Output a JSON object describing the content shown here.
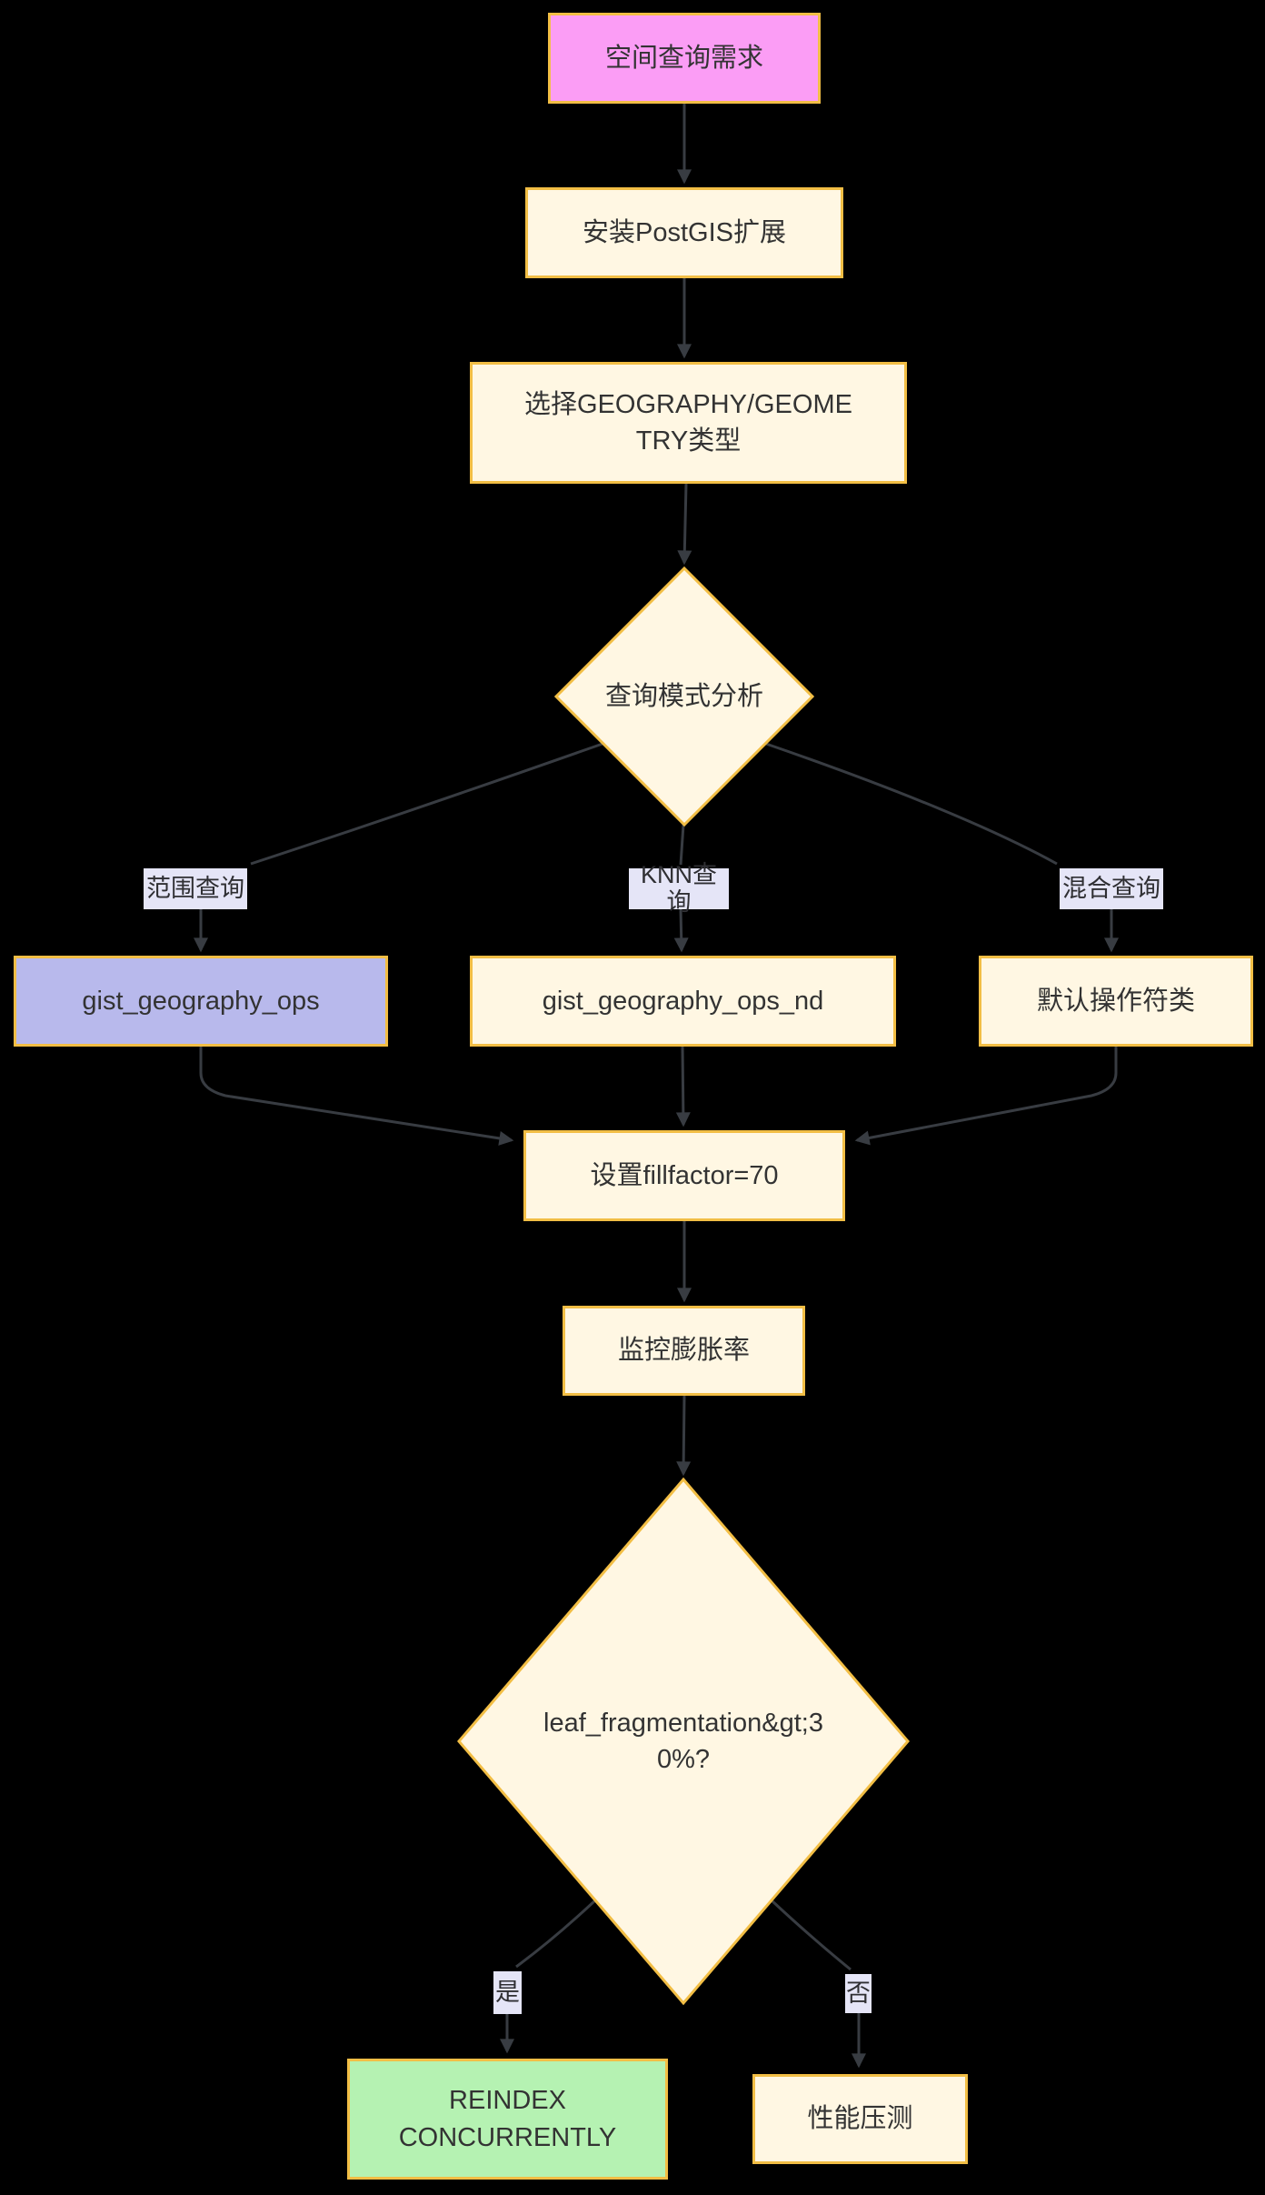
{
  "diagram": {
    "type": "flowchart-top-down",
    "background_color": "#000000",
    "colors": {
      "node_fill": "#fff7e3",
      "node_border": "#f2be45",
      "start_node_fill": "#fb9df5",
      "highlight_node_fill": "#b8b9ec",
      "success_node_fill": "#b5f2b2",
      "edge_label_background": "#e5e5f7",
      "edge_line": "#383c42",
      "text": "#333333"
    },
    "nodes": {
      "start": {
        "label": "空间查询需求",
        "shape": "rect"
      },
      "install": {
        "label": "安装PostGIS扩展",
        "shape": "rect"
      },
      "choose": {
        "lines": [
          "选择GEOGRAPHY/GEOME",
          "TRY类型"
        ],
        "shape": "rect"
      },
      "analyze": {
        "label": "查询模式分析",
        "shape": "diamond"
      },
      "ops": {
        "label": "gist_geography_ops",
        "shape": "rect"
      },
      "ops_nd": {
        "label": "gist_geography_ops_nd",
        "shape": "rect"
      },
      "default_ops": {
        "label": "默认操作符类",
        "shape": "rect"
      },
      "fillfactor": {
        "label": "设置fillfactor=70",
        "shape": "rect"
      },
      "monitor": {
        "label": "监控膨胀率",
        "shape": "rect"
      },
      "fragmentation": {
        "lines": [
          "leaf_fragmentation&gt;3",
          "0%?"
        ],
        "shape": "diamond"
      },
      "reindex": {
        "lines": [
          "REINDEX",
          "CONCURRENTLY"
        ],
        "shape": "rect"
      },
      "perf": {
        "label": "性能压测",
        "shape": "rect"
      }
    },
    "edge_labels": {
      "range": "范围查询",
      "knn": "KNN查询",
      "mixed": "混合查询",
      "yes": "是",
      "no": "否"
    },
    "edges": [
      {
        "from": "start",
        "to": "install"
      },
      {
        "from": "install",
        "to": "choose"
      },
      {
        "from": "choose",
        "to": "analyze"
      },
      {
        "from": "analyze",
        "to": "ops",
        "label": "范围查询"
      },
      {
        "from": "analyze",
        "to": "ops_nd",
        "label": "KNN查询"
      },
      {
        "from": "analyze",
        "to": "default_ops",
        "label": "混合查询"
      },
      {
        "from": "ops",
        "to": "fillfactor"
      },
      {
        "from": "ops_nd",
        "to": "fillfactor"
      },
      {
        "from": "default_ops",
        "to": "fillfactor"
      },
      {
        "from": "fillfactor",
        "to": "monitor"
      },
      {
        "from": "monitor",
        "to": "fragmentation"
      },
      {
        "from": "fragmentation",
        "to": "reindex",
        "label": "是"
      },
      {
        "from": "fragmentation",
        "to": "perf",
        "label": "否"
      }
    ]
  }
}
